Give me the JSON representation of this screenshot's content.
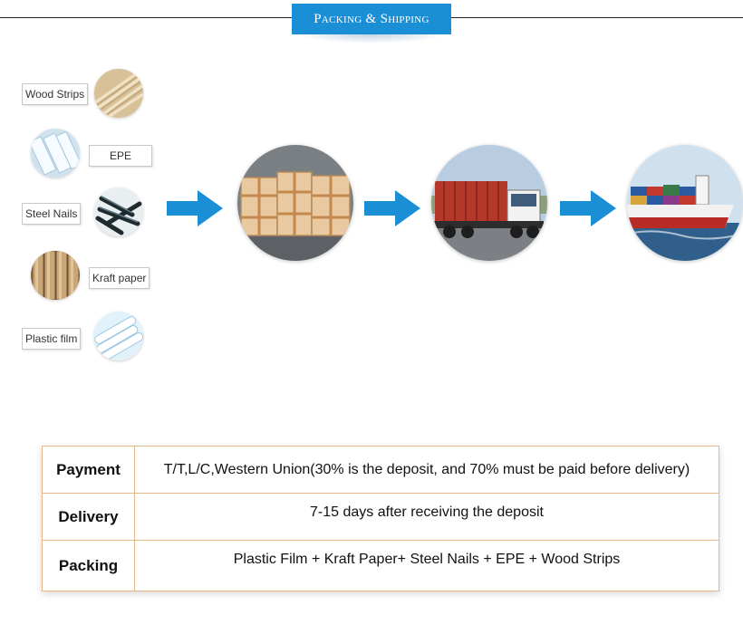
{
  "header": {
    "title": "Packing & Shipping"
  },
  "materials": [
    {
      "label": "Wood Strips",
      "icon": "wood-strips-photo"
    },
    {
      "label": "EPE",
      "icon": "epe-foam-photo"
    },
    {
      "label": "Steel Nails",
      "icon": "steel-nails-photo"
    },
    {
      "label": "Kraft paper",
      "icon": "kraft-paper-photo"
    },
    {
      "label": "Plastic film",
      "icon": "plastic-film-photo"
    }
  ],
  "flow": [
    {
      "icon": "wooden-crates-photo"
    },
    {
      "icon": "container-truck-photo"
    },
    {
      "icon": "cargo-ship-photo"
    }
  ],
  "colors": {
    "accent": "#1a8fd6",
    "table_border": "#e7b98a"
  },
  "info": [
    {
      "key": "Payment",
      "value": "T/T,L/C,Western Union(30% is the deposit, and 70% must be paid before delivery)"
    },
    {
      "key": "Delivery",
      "value": "7-15 days after receiving the deposit"
    },
    {
      "key": "Packing",
      "value": "Plastic Film + Kraft Paper+ Steel Nails + EPE + Wood Strips"
    }
  ]
}
